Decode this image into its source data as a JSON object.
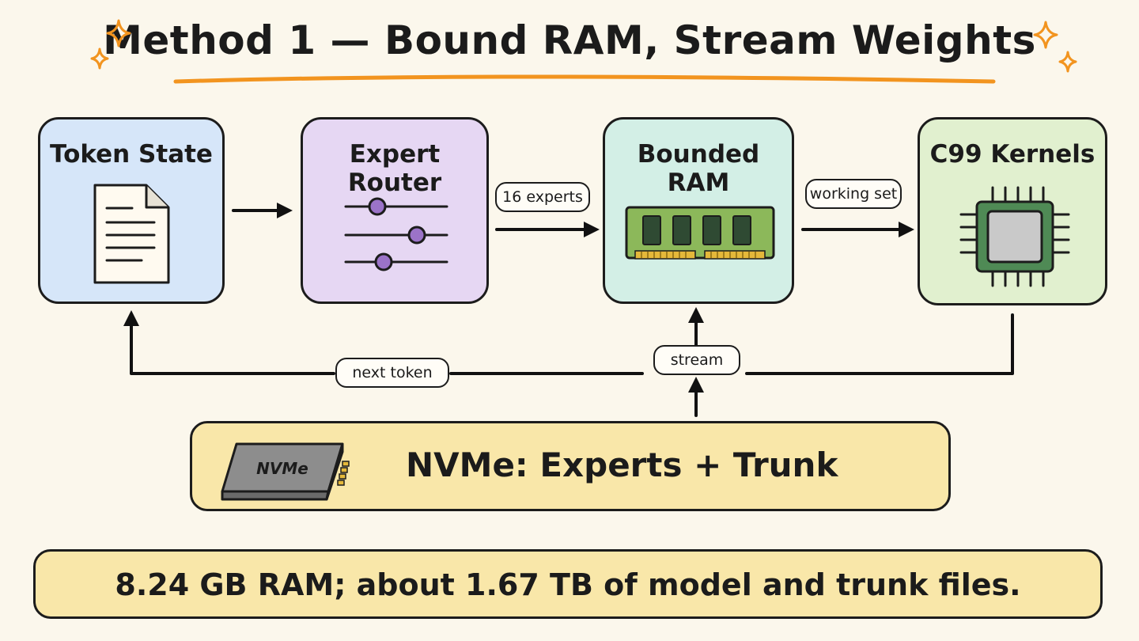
{
  "title": "Method 1 — Bound RAM, Stream Weights",
  "colors": {
    "accent": "#f2941f",
    "token_state": "#d6e6f9",
    "expert_router": "#e6d7f3",
    "bounded_ram": "#d3efe6",
    "c99_kernels": "#e1f0cf",
    "storage": "#f9e7a9"
  },
  "nodes": {
    "token_state": {
      "label": "Token State",
      "icon": "document-icon"
    },
    "expert_router": {
      "label": "Expert Router",
      "icon": "sliders-icon"
    },
    "bounded_ram": {
      "label": "Bounded RAM",
      "icon": "ram-module-icon"
    },
    "c99_kernels": {
      "label": "C99 Kernels",
      "icon": "cpu-chip-icon"
    }
  },
  "edges": {
    "router_to_ram": "16 experts",
    "ram_to_kernels": "working set",
    "kernels_to_token": "next token",
    "nvme_to_ram": "stream"
  },
  "storage": {
    "label": "NVMe: Experts + Trunk",
    "icon_text": "NVMe",
    "icon": "ssd-drive-icon"
  },
  "summary": "8.24 GB RAM; about 1.67 TB of model and trunk files."
}
